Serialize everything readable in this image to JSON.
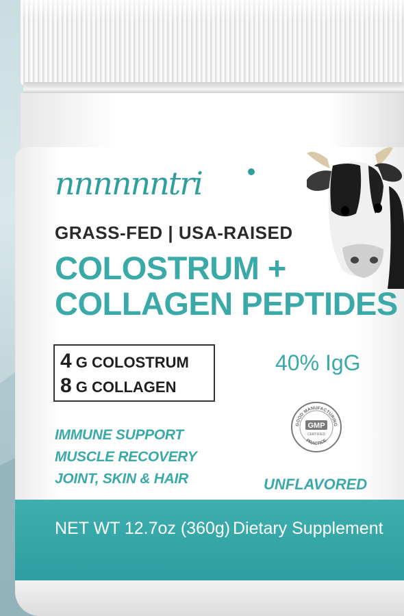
{
  "brand": {
    "logo_text": "nnnnnntri"
  },
  "product": {
    "tagline": "GRASS-FED | USA-RAISED",
    "title_line1": "COLOSTRUM +",
    "title_line2": "COLLAGEN PEPTIDES",
    "dose1_num": "4",
    "dose1_text": " G COLOSTRUM",
    "dose2_num": "8",
    "dose2_text": " G COLLAGEN",
    "igg": "40% IgG",
    "benefits": [
      "IMMUNE SUPPORT",
      "MUSCLE RECOVERY",
      "JOINT, SKIN & HAIR"
    ],
    "flavor": "UNFLAVORED",
    "net_weight": "NET WT 12.7oz (360g)",
    "category": "Dietary Supplement"
  },
  "gmp_badge": {
    "center": "GMP",
    "sub": "CERTIFIED",
    "top_arc": "GOOD MANUFACTURING",
    "bottom_arc": "PRACTICE"
  },
  "colors": {
    "accent": "#3aa9a8",
    "band": "#2e9fa0",
    "text_dark": "#2a2a2a"
  }
}
